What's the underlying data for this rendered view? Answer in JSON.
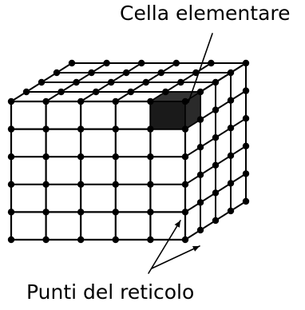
{
  "labels": {
    "unit_cell": "Cella elementare",
    "lattice_points": "Punti del reticolo"
  },
  "colors": {
    "line": "#000000",
    "point": "#000000",
    "unit_cell_fill": "#1a1a1a",
    "background": "#ffffff"
  },
  "lattice": {
    "front_columns": 5,
    "front_rows": 5,
    "depth_layers": 4
  }
}
